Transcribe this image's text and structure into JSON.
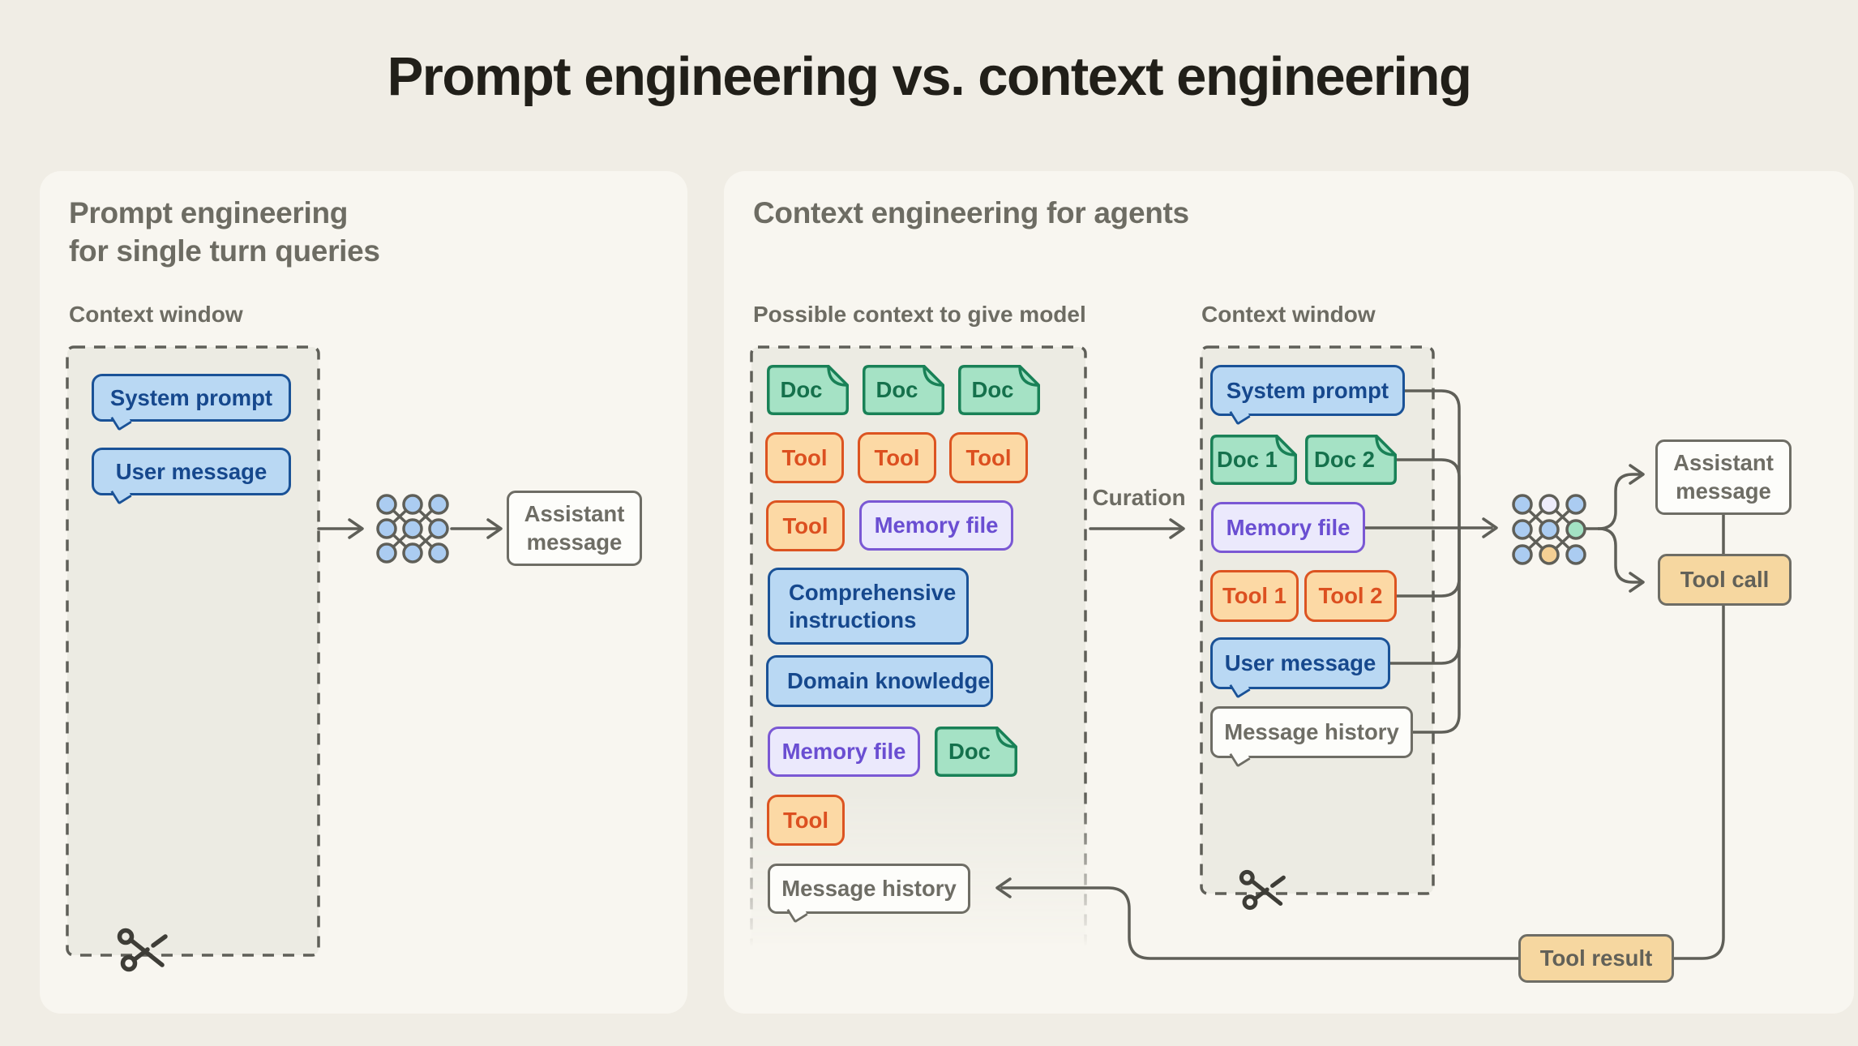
{
  "title": "Prompt engineering vs. context engineering",
  "colors": {
    "page_bg": "#f0ede5",
    "card_bg": "#f8f6f0",
    "dashed_box_bg": "#ecebe3",
    "line_gray": "#5f5f58",
    "text_gray": "#6d6c63",
    "blue_fill": "#b9d8f3",
    "blue_border": "#1a5297",
    "green_fill": "#a5e2c5",
    "green_border": "#198157",
    "orange_fill": "#fcd9a5",
    "orange_border": "#dc5421",
    "purple_fill": "#ebe9fc",
    "purple_border": "#7a58d4",
    "tan_fill": "#f6d7a0",
    "node_blue": "#abccf1",
    "node_green": "#a3e2c4",
    "node_tan": "#f5d094",
    "node_lavender": "#eeecfa"
  },
  "icons": {
    "model": "neural-network-icon",
    "trim": "scissors-icon",
    "arrow": "arrow-right-icon"
  },
  "left_panel": {
    "heading_line1": "Prompt engineering",
    "heading_line2": "for single turn queries",
    "context_window_label": "Context window",
    "context_window_items": [
      {
        "label": "System prompt"
      },
      {
        "label": "User message"
      }
    ],
    "output": {
      "label": "Assistant message"
    }
  },
  "right_panel": {
    "heading": "Context engineering for agents",
    "possible_context_label": "Possible context to give model",
    "context_window_label": "Context window",
    "curation_label": "Curation",
    "possible_items": [
      {
        "label": "Doc"
      },
      {
        "label": "Doc"
      },
      {
        "label": "Doc"
      },
      {
        "label": "Tool"
      },
      {
        "label": "Tool"
      },
      {
        "label": "Tool"
      },
      {
        "label": "Tool"
      },
      {
        "label": "Memory file"
      },
      {
        "label": "Comprehensive instructions"
      },
      {
        "label": "Domain knowledge"
      },
      {
        "label": "Memory file"
      },
      {
        "label": "Doc"
      },
      {
        "label": "Tool"
      },
      {
        "label": "Message history"
      }
    ],
    "context_window_items": [
      {
        "label": "System prompt"
      },
      {
        "label": "Doc 1"
      },
      {
        "label": "Doc 2"
      },
      {
        "label": "Memory file"
      },
      {
        "label": "Tool 1"
      },
      {
        "label": "Tool 2"
      },
      {
        "label": "User message"
      },
      {
        "label": "Message history"
      }
    ],
    "outputs": {
      "assistant": "Assistant message",
      "tool_call": "Tool call",
      "tool_result": "Tool result"
    }
  }
}
